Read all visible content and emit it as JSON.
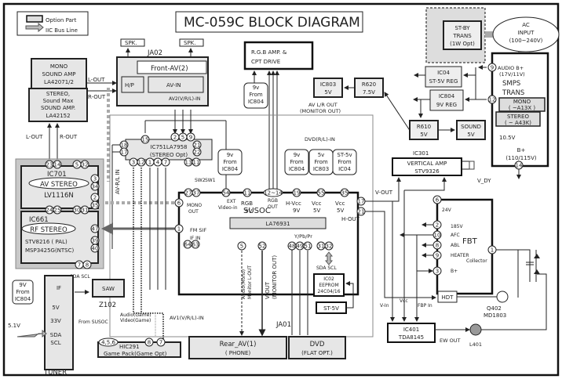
{
  "title": "MC-059C BLOCK DIAGRAM",
  "legend": {
    "option_part": "Option Part",
    "iic_bus_line": "IIC Bus Line"
  },
  "blocks": {
    "mono_amp": [
      "MONO",
      "SOUND AMP",
      "LA42071/2"
    ],
    "stereo_amp": [
      "STEREO,",
      "Sound Max",
      "SOUND AMP.",
      "LA42152"
    ],
    "front_av": {
      "title": "Front-AV(2)",
      "hp": "H/P",
      "avin": "AV-IN",
      "sub": "AV2(V/R/L)-IN",
      "ja": "JA02"
    },
    "spk": "SPK.",
    "rgb_amp": [
      "R.G.B AMP. &",
      "CPT DRIVE"
    ],
    "st_by": [
      "ST-BY",
      "TRANS",
      "(1W Opt)"
    ],
    "ac_input": [
      "AC",
      "INPUT",
      "(100~240V)"
    ],
    "ic04": [
      "IC04",
      "ST-5V REG"
    ],
    "ic804": [
      "IC804",
      "9V REG"
    ],
    "ic803": [
      "IC803",
      "5V"
    ],
    "r620": [
      "R620",
      "7.5V"
    ],
    "r610": [
      "R610",
      "5V"
    ],
    "sound5v": [
      "SOUND",
      "5V"
    ],
    "smps": {
      "audio_b": [
        "AUDIO B+",
        "(17V/11V)"
      ],
      "title": [
        "SMPS",
        "TRANS"
      ],
      "mono": [
        "MONO",
        "( ~A13X )"
      ],
      "stereo": [
        "STEREO",
        "( ~ A43K)"
      ],
      "v105": "10.5V",
      "bplus": [
        "B+",
        "(110/115V)"
      ]
    },
    "av_lr_out": [
      "AV L/R OUT",
      "(MONITOR OUT)"
    ],
    "dvd_in": "DVD(R/L)-IN",
    "ic751": [
      "IC751LA7958",
      "(STEREO Opt)"
    ],
    "ic701": {
      "name": "IC701",
      "badge": "AV STEREO",
      "part": "LV1116N"
    },
    "ic661": {
      "name": "IC661",
      "badge": "RF STEREO",
      "part1": "STV8216 ( PAL)",
      "part2": "MSP3425G(NTSC)"
    },
    "avrl_in": "AV-R/L IN",
    "susoc": {
      "name": "SUSOC",
      "part": "LA76931"
    },
    "ic301": {
      "name": "IC301",
      "lines": [
        "VERTICAL AMP",
        "STV9326"
      ],
      "vdy": "V_DY"
    },
    "fbt": "FBT",
    "tuner": {
      "lines": [
        "IF",
        "5V",
        "33V",
        "SDA",
        "SCL"
      ],
      "name": "TUNER"
    },
    "from804_tuner": [
      "9V",
      "From",
      "IC804"
    ],
    "zener": "5.1V",
    "saw": {
      "name": "SAW",
      "part": "Z102"
    },
    "hic291": [
      "HIC291",
      "Game Pack(Game Opt)"
    ],
    "from_susoc": "From SUSOC",
    "game_av": [
      "Audio(Game)",
      "Video(Game)"
    ],
    "rear_av": [
      "Rear_AV(1)",
      "( PHONE)"
    ],
    "dvd": [
      "DVD",
      "(FLAT OPT.)"
    ],
    "ja01": "JA01",
    "ic02": [
      "IC02",
      "EEPROM",
      "24C04/16"
    ],
    "st5v": "ST-5V",
    "ic401": [
      "IC401",
      "TDA8145"
    ],
    "hdt": "HDT",
    "q402": [
      "Q402",
      "MD1803"
    ],
    "l401": "L401",
    "ew_out": "EW OUT"
  },
  "labels": {
    "l_out": "L-OUT",
    "r_out": "R-OUT",
    "l_out2": "L-OUT",
    "r_out2": "R-OUT",
    "sw1": "SW1",
    "sw2": "SW2",
    "mono_out": [
      "MONO",
      "OUT"
    ],
    "ext_video": [
      "EXT",
      "Video-in"
    ],
    "rgb9v": [
      "RGB",
      "9V"
    ],
    "rgb_out": [
      "RGB",
      "OUT"
    ],
    "hvcc": [
      "H-Vcc",
      "9V"
    ],
    "vcc5a": [
      "Vcc",
      "5V"
    ],
    "vcc5b": [
      "Vcc",
      "5V"
    ],
    "from9v_a": [
      "9v",
      "From",
      "IC804"
    ],
    "from9v_b": [
      "9v",
      "From",
      "IC804"
    ],
    "from5v": [
      "5v",
      "From",
      "IC803"
    ],
    "fromst5": [
      "ST-5v",
      "From",
      "IC04"
    ],
    "from9v_rgb": [
      "9v",
      "From",
      "IC804"
    ],
    "fm_sif": "FM SIF",
    "if_in": "IF IN",
    "v_out": "V-OUT",
    "h_out": "H-OUT",
    "ypbpr": "Y/Pb/Pr",
    "sda_scl": "SDA SCL",
    "sda_scl2": "SDA SCL",
    "audio_mono": [
      "Audio(Mono)",
      "Monitor L-OUT"
    ],
    "vout_mon": [
      "V-OUT",
      "(MONITOR OUT)"
    ],
    "av1_in": "AV1(V/R/L)-IN",
    "v24": "24V",
    "v185": "185V",
    "afc": "AFC",
    "abl": "ABL",
    "heater": "HEATER",
    "bplus": "B+",
    "collector": "Collector",
    "v_in": "V-In",
    "vcc": "Vcc",
    "fbp_in": "FBP In"
  },
  "pins": {
    "ic751_top": [
      "15",
      "2",
      "5",
      "9"
    ],
    "ic751_left": [
      "18",
      "17"
    ],
    "ic751_right": [
      "21",
      "22"
    ],
    "ic751_bottom": [
      "3",
      "12",
      "1",
      "4",
      "7",
      "13",
      "11"
    ],
    "ic701_top": [
      "23",
      "14",
      "5",
      "32"
    ],
    "ic701_right": [
      "3",
      "34",
      "2",
      "35"
    ],
    "ic701_bottom": [
      "24",
      "25",
      "30",
      "31"
    ],
    "ic661_right": [
      "47",
      "39",
      "40"
    ],
    "ic661_bottom": [
      "7",
      "8"
    ],
    "susoc_top": [
      "27",
      "37",
      "54",
      "11",
      "12~14",
      "19",
      "55",
      "35"
    ],
    "susoc_left": [
      "6",
      "1",
      "64",
      "63"
    ],
    "susoc_right": [
      "17",
      "21"
    ],
    "susoc_bottom": [
      "5",
      "52",
      "48",
      "49",
      "51",
      "31",
      "32"
    ],
    "fbt": [
      "6",
      "2",
      "10",
      "8",
      "9",
      "3",
      "1"
    ],
    "smps": [
      "9",
      "12",
      "14"
    ],
    "hic": [
      "4,5,6",
      "8",
      "7"
    ]
  }
}
